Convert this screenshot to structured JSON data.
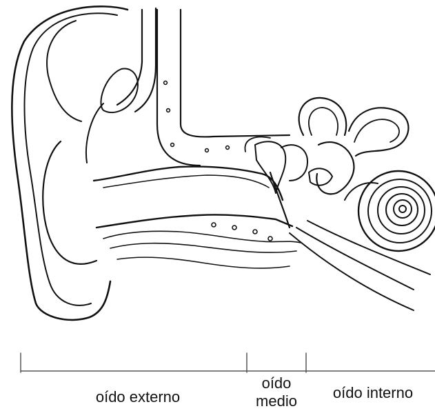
{
  "diagram": {
    "regions": [
      {
        "id": "externo",
        "label": "oído externo"
      },
      {
        "id": "medio",
        "label_line1": "oído",
        "label_line2": "medio"
      },
      {
        "id": "interno",
        "label": "oído interno"
      }
    ]
  },
  "style": {
    "line_color": "#111111",
    "background": "#ffffff"
  }
}
